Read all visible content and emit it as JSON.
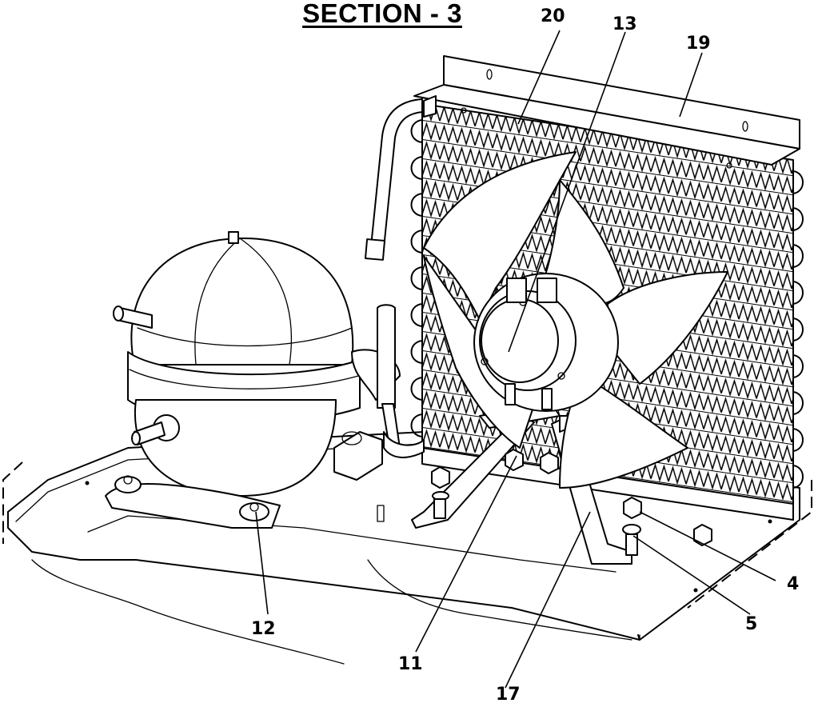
{
  "title": "SECTION - 3",
  "callouts": {
    "c20": "20",
    "c13": "13",
    "c19": "19",
    "c4": "4",
    "c5": "5",
    "c12": "12",
    "c11": "11",
    "c17": "17"
  },
  "colors": {
    "line": "#000000",
    "background": "#ffffff"
  }
}
